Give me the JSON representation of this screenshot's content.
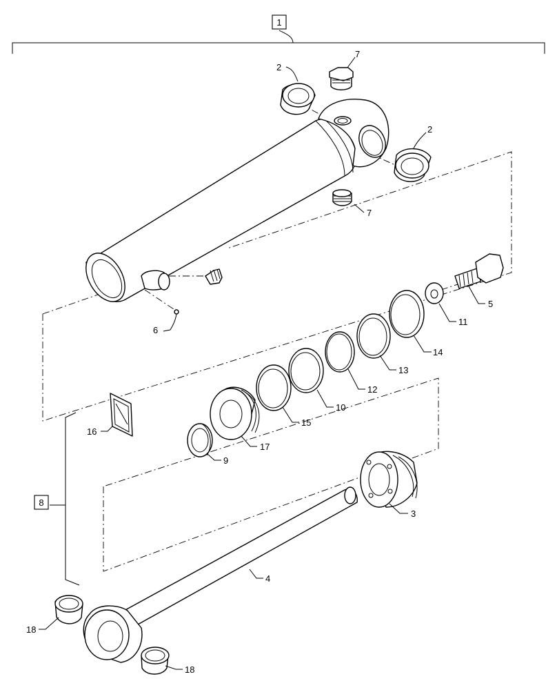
{
  "assembly_callout": "1",
  "kit_callout": "8",
  "callouts": {
    "c2a": "2",
    "c2b": "2",
    "c7a": "7",
    "c7b": "7",
    "c5": "5",
    "c6": "6",
    "c11": "11",
    "c14": "14",
    "c13": "13",
    "c12": "12",
    "c10": "10",
    "c15": "15",
    "c17": "17",
    "c16": "16",
    "c9": "9",
    "c3": "3",
    "c4": "4",
    "c18a": "18",
    "c18b": "18"
  }
}
